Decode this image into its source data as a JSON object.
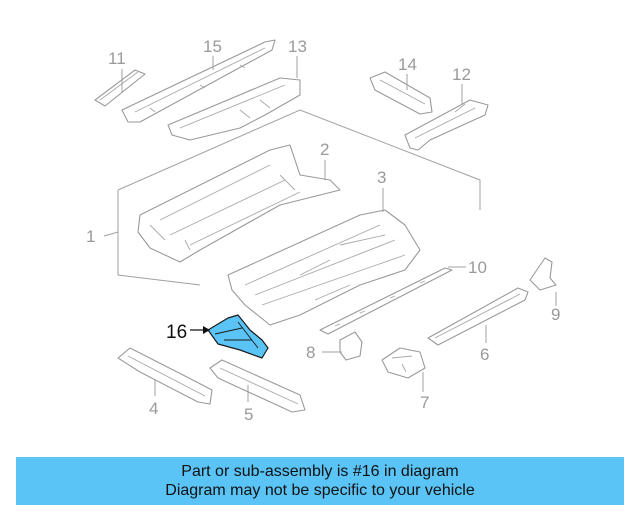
{
  "highlight_color": "#5ac4f6",
  "banner_color": "#5ac4f6",
  "callouts": {
    "c1": "1",
    "c2": "2",
    "c3": "3",
    "c4": "4",
    "c5": "5",
    "c6": "6",
    "c7": "7",
    "c8": "8",
    "c9": "9",
    "c10": "10",
    "c11": "11",
    "c12": "12",
    "c13": "13",
    "c14": "14",
    "c15": "15",
    "c16": "16"
  },
  "banner": {
    "line1": "Part or sub-assembly is #16 in diagram",
    "line2": "Diagram may not be specific to your vehicle"
  }
}
